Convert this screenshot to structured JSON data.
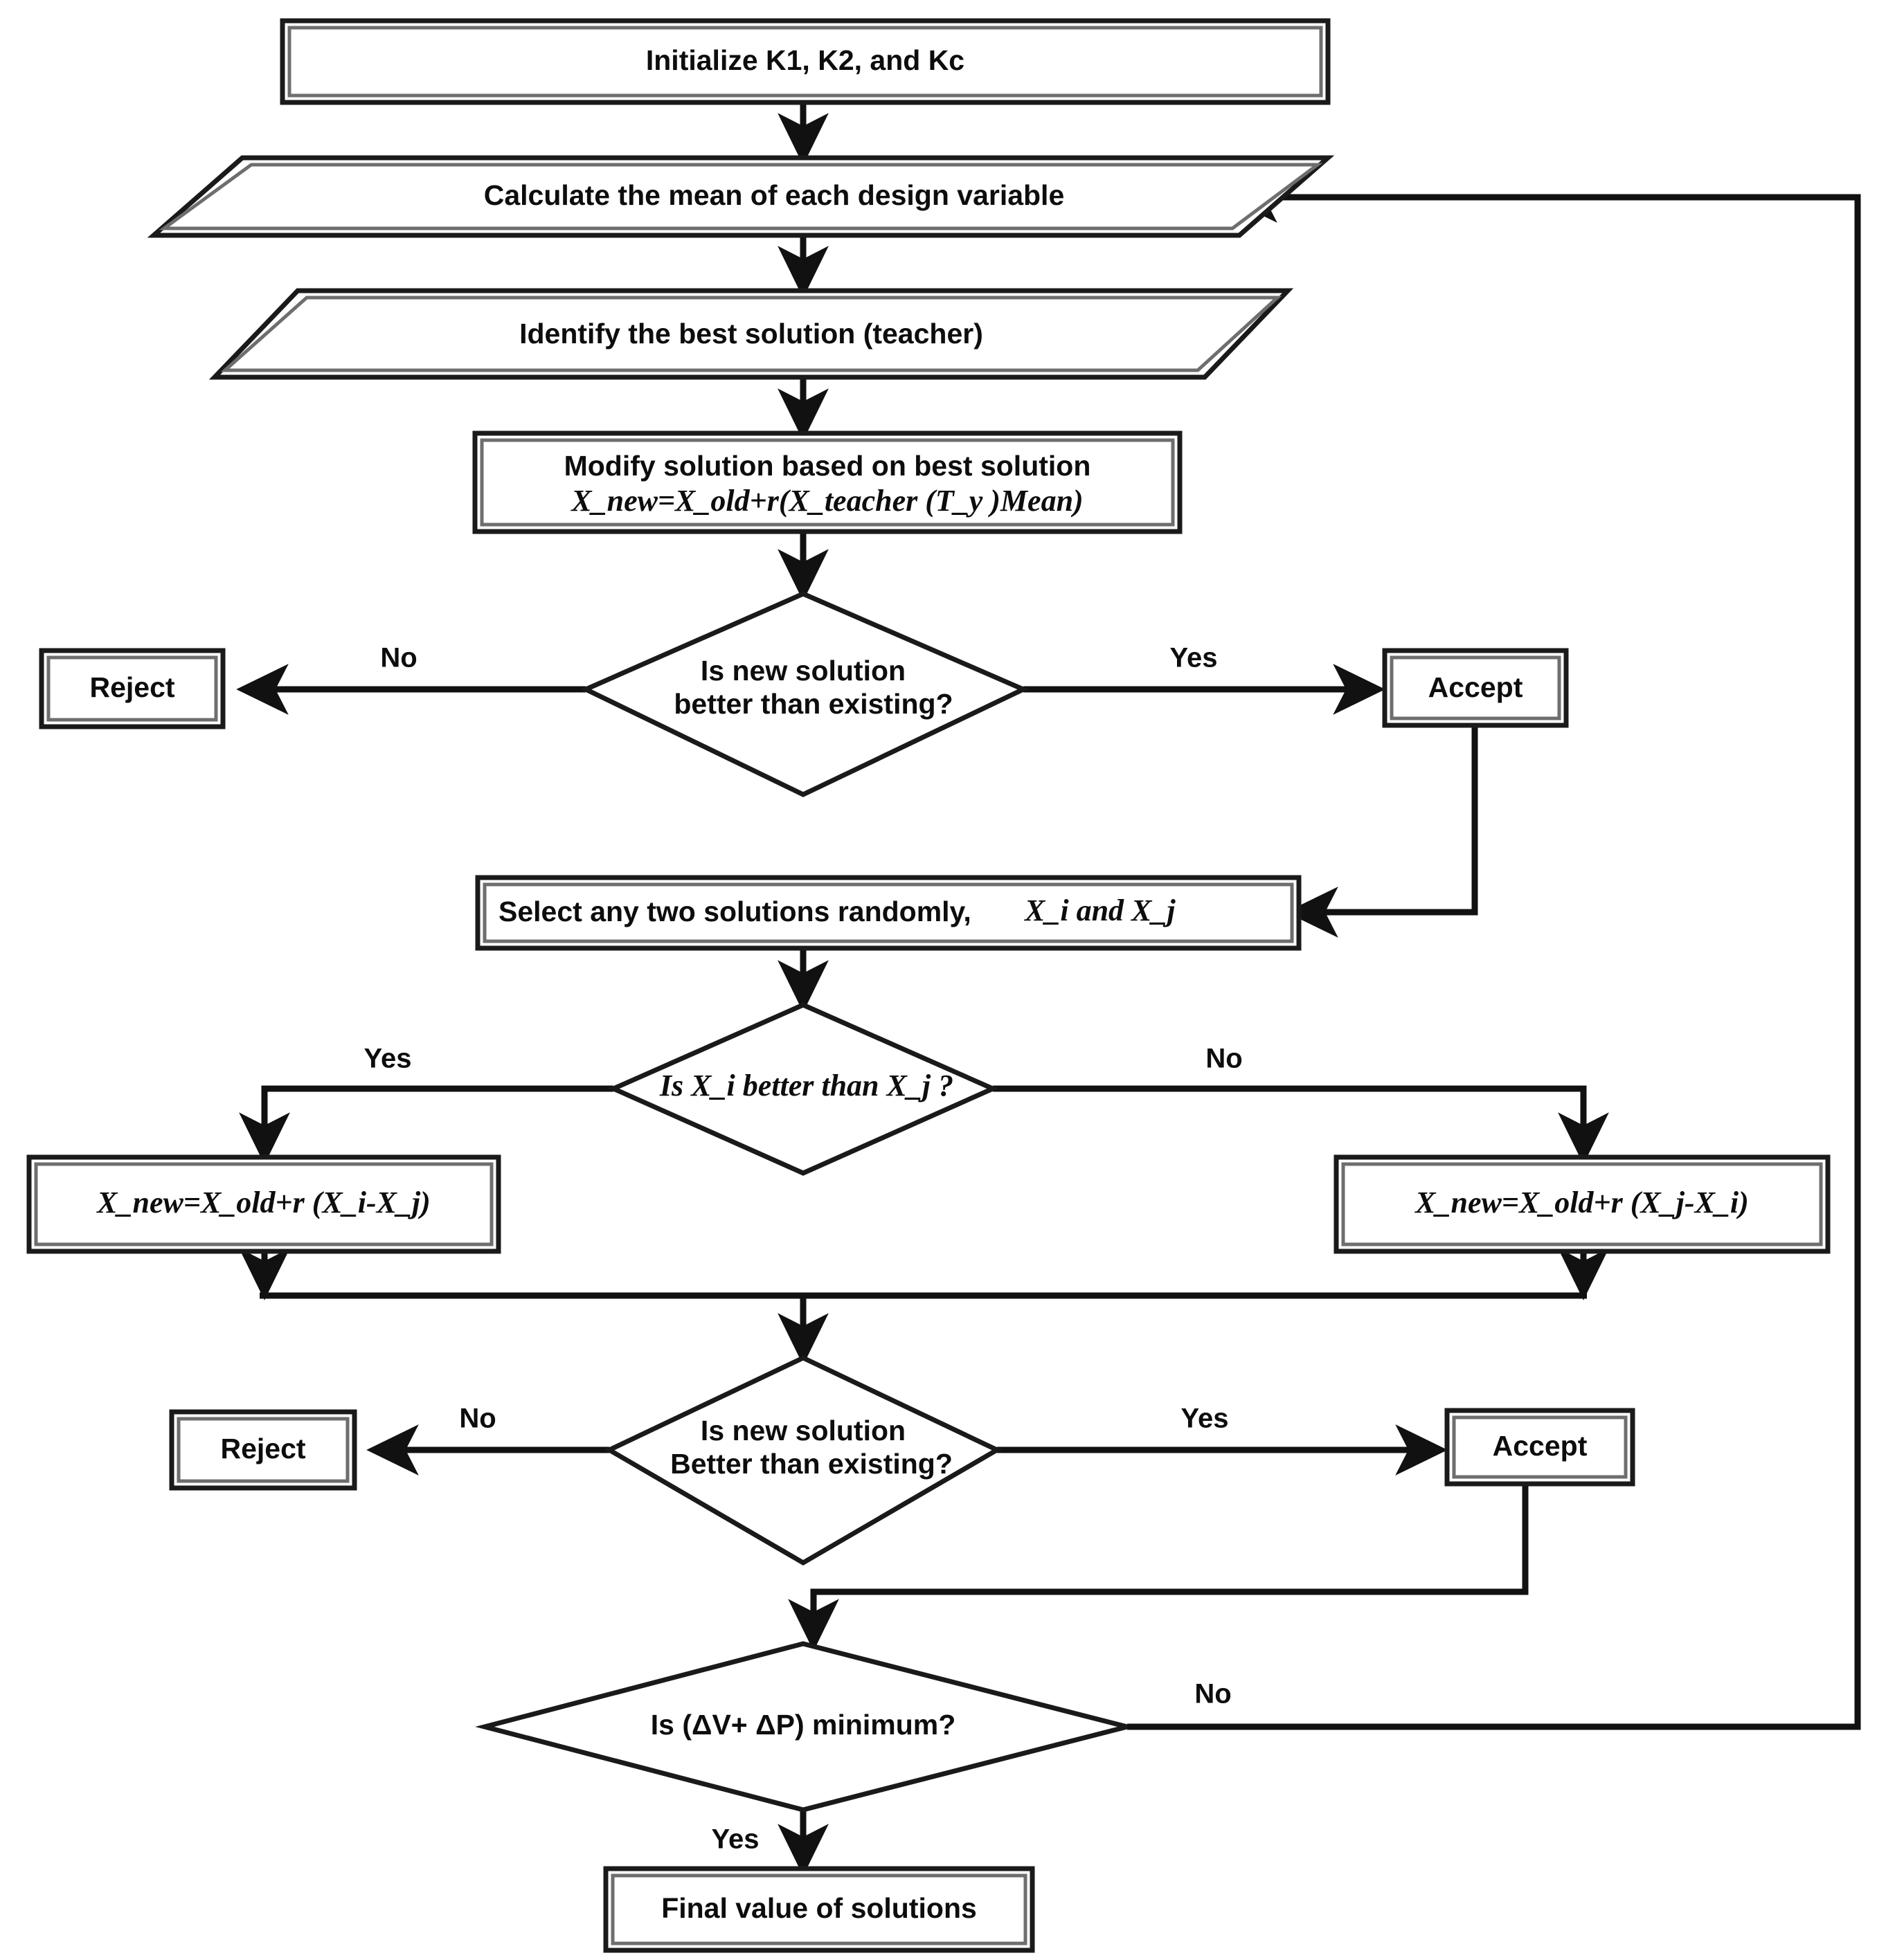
{
  "diagram": {
    "title": "TLBO algorithm flowchart",
    "colors": {
      "stroke": "#1a1a1a",
      "inner_stroke": "#6e6e6e",
      "connector": "#111111",
      "background": "#ffffff",
      "text": "#0d0d0d"
    },
    "nodes": {
      "initialize": {
        "label": "Initialize K1, K2, and Kc",
        "shape": "process"
      },
      "calc_mean": {
        "label": "Calculate the mean of each design variable",
        "shape": "parallelogram"
      },
      "identify_best": {
        "label": "Identify the best solution (teacher)",
        "shape": "parallelogram"
      },
      "modify_solution": {
        "label_line1": "Modify solution based on best solution",
        "label_line2": "X_new=X_old+r(X_teacher (T_y )Mean)",
        "shape": "process"
      },
      "decision_teacher": {
        "label_line1": "Is new solution",
        "label_line2": "better than existing?",
        "shape": "decision"
      },
      "reject_top": {
        "label": "Reject",
        "shape": "process"
      },
      "accept_top": {
        "label": "Accept",
        "shape": "process"
      },
      "select_two": {
        "label_plain": "Select any two solutions randomly,",
        "label_italic": "X_i  and X_j",
        "shape": "process"
      },
      "decision_xi_xj": {
        "label": "Is X_i  better than X_j ?",
        "shape": "decision"
      },
      "formula_left": {
        "label": "X_new=X_old+r (X_i-X_j)",
        "shape": "process"
      },
      "formula_right": {
        "label": "X_new=X_old+r (X_j-X_i)",
        "shape": "process"
      },
      "decision_learner": {
        "label_line1": "Is new solution",
        "label_line2": "Better than existing?",
        "shape": "decision"
      },
      "reject_bottom": {
        "label": "Reject",
        "shape": "process"
      },
      "accept_bottom": {
        "label": "Accept",
        "shape": "process"
      },
      "decision_converged": {
        "label": "Is (ΔV+ ΔP) minimum?",
        "shape": "decision"
      },
      "final_value": {
        "label": "Final value of solutions",
        "shape": "process"
      }
    },
    "edge_labels": {
      "teacher_no": "No",
      "teacher_yes": "Yes",
      "xixj_yes": "Yes",
      "xixj_no": "No",
      "learner_no": "No",
      "learner_yes": "Yes",
      "converged_no": "No",
      "converged_yes": "Yes"
    }
  }
}
